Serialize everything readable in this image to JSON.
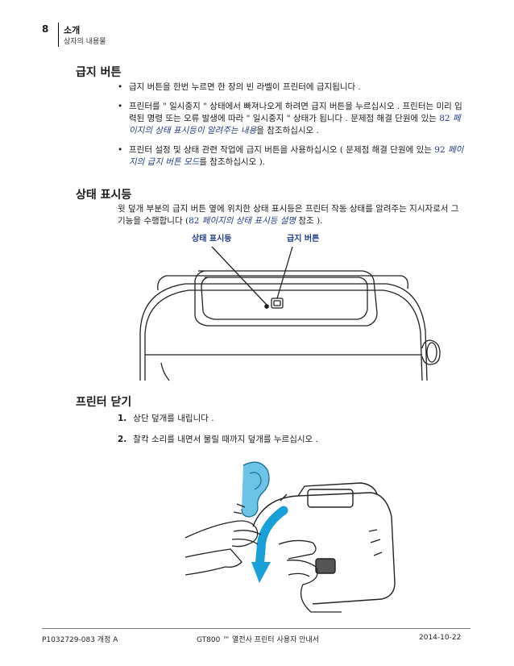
{
  "header": {
    "page_number": "8",
    "chapter": "소개",
    "section": "상자의 내용물"
  },
  "feed_button": {
    "heading": "급지 버튼",
    "bullets": [
      {
        "text": "급지 버튼을 한번 누르면 한 장의 빈 라벨이 프린터에 급지됩니다 ."
      },
      {
        "pre": "프린터를 \" 일시중지 \" 상태에서 빠져나오게 하려면 급지 버튼을 누르십시오 . 프린터는 미리 입력된 명령 또는 오류 발생에 따라 \" 일시중지 \" 상태가 됩니다 . 문제점 해결 단원에 있는 ",
        "page": "82",
        "link": "페이지의 상태 표시등이 알려주는 내용",
        "post": "을 참조하십시오 ."
      },
      {
        "pre": "프린터 설정 및 상태 관련 작업에 급지 버튼을 사용하십시오 ( 문제점 해결 단원에 있는 ",
        "page": "92",
        "link": "페이지의 급지 버튼 모드",
        "post": "를 참조하십시오 )."
      }
    ]
  },
  "status_light": {
    "heading": "상태 표시등",
    "pre": "윗 덮개 부분의 급지 버튼 옆에 위치한 상태 표시등은 프린터 작동 상태를 알려주는 지시자로서 그 기능을 수행합니다 (",
    "page": "82",
    "link": "페이지의 상태 표시등 설명",
    "post": " 참조 )."
  },
  "figure1": {
    "callout_status": "상태 표시등",
    "callout_feed": "급지 버튼"
  },
  "close_printer": {
    "heading": "프린터 닫기",
    "steps": [
      {
        "n": "1.",
        "text": "상단 덮개를 내립니다 ."
      },
      {
        "n": "2.",
        "text": "찰칵 소리를 내면서 물릴 때까지 덮개를 누르십시오 ."
      }
    ]
  },
  "footer": {
    "left": "P1032729-083 개정 A",
    "center": "GT800 ™ 열전사 프린터 사용자 안내서",
    "right": "2014-10-22"
  }
}
